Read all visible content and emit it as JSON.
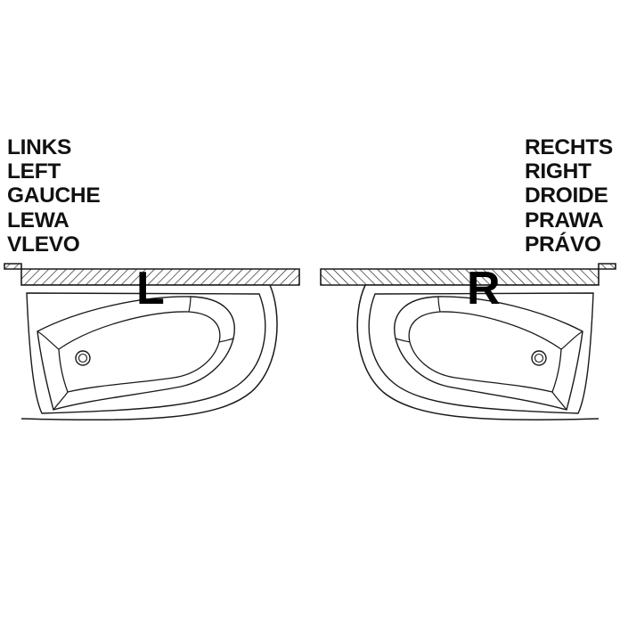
{
  "left_labels": [
    "LINKS",
    "LEFT",
    "GAUCHE",
    "LEWA",
    "VLEVO"
  ],
  "right_labels": [
    "RECHTS",
    "RIGHT",
    "DROIDE",
    "PRAWA",
    "PRÁVO"
  ],
  "left_letter": "L",
  "right_letter": "R",
  "colors": {
    "line": "#1a1a1a",
    "background": "#ffffff"
  }
}
